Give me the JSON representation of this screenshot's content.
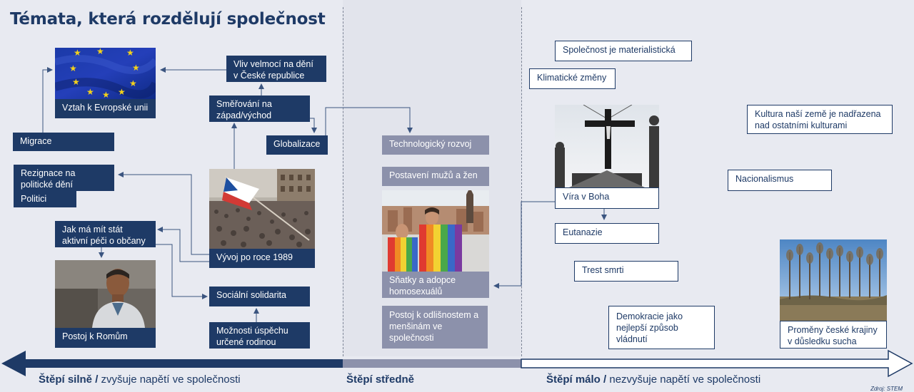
{
  "title": "Témata, která rozdělují společnost",
  "left": {
    "eu_label": "Vztah k Evropské unii",
    "velmoci": "Vliv velmocí na dění v České republice",
    "smerovani": "Směřování na západ/východ",
    "globalizace": "Globalizace",
    "migrace": "Migrace",
    "rezignace": "Rezignace na politické dění",
    "politici": "Politici",
    "vyvoj": "Vývoj po roce 1989",
    "stat_pece": "Jak má mít stát aktivní péči o občany",
    "romove": "Postoj k Romům",
    "solidarita": "Sociální solidarita",
    "moznosti": "Možnosti úspěchu určené rodinou"
  },
  "middle": {
    "tech": "Technologický rozvoj",
    "postaveni": "Postavení mužů a žen",
    "snatky": "Sňatky a adopce homosexuálů",
    "odlisnosti": "Postoj k odlišnostem a menšinám ve společnosti"
  },
  "right": {
    "materialisticka": "Společnost je materialistická",
    "klima": "Klimatické změny",
    "vira": "Víra v Boha",
    "eutanazie": "Eutanazie",
    "trest": "Trest smrti",
    "demokracie": "Demokracie jako nejlepší způsob vládnutí",
    "kultura": "Kultura naší země je nadřazena nad ostatními kulturami",
    "nacionalismus": "Nacionalismus",
    "krajina": "Proměny české krajiny v důsledku sucha"
  },
  "footer": {
    "strong_bold": "Štěpí silně /",
    "strong_rest": "zvyšuje napětí ve společnosti",
    "medium_bold": "Štěpí středně",
    "low_bold": "Štěpí málo /",
    "low_rest": "nezvyšuje napětí ve společnosti",
    "source": "Zdroj: STEM"
  },
  "colors": {
    "dark_blue": "#1e3a66",
    "grey": "#8c91ab",
    "background": "#e8eaf1"
  }
}
